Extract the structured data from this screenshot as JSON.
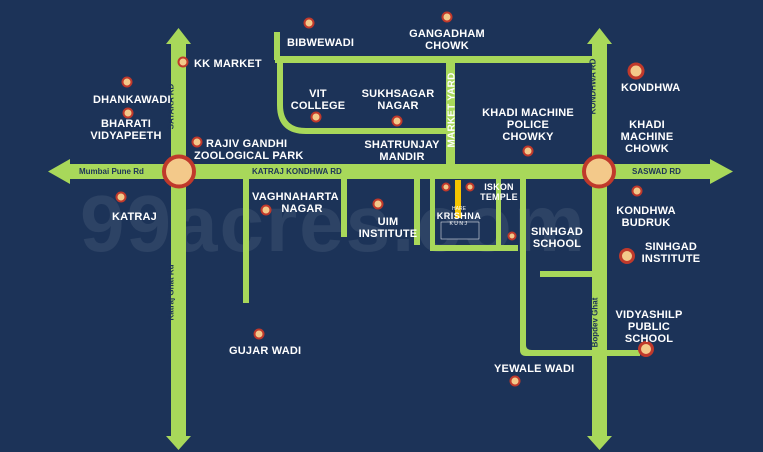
{
  "watermark": "99acres.com",
  "colors": {
    "background": "#1c3358",
    "road": "#a8d85a",
    "marker_ring": "#c0392b",
    "marker_fill": "#f3c98a"
  },
  "roads": {
    "mumbai_pune": "Mumbai Pune Rd",
    "katraj_kondhwa": "KATRAJ KONDHWA RD",
    "saswad": "SASWAD RD",
    "satara": "SATARA RD",
    "katraj_ghat": "Katraj Ghat Rd",
    "kondhwa": "KONDHWA RD",
    "bopdev_ghat": "Bopdev Ghat",
    "market_yard": "MARKET YARD"
  },
  "places": {
    "kk_market": "KK MARKET",
    "bibwewadi": "BIBWEWADI",
    "gangadham_1": "GANGADHAM",
    "gangadham_2": "CHOWK",
    "dhankawadi": "DHANKAWADI",
    "bharati_1": "BHARATI",
    "bharati_2": "VIDYAPEETH",
    "rajiv_1": "RAJIV GANDHI",
    "rajiv_2": "ZOOLOGICAL PARK",
    "vit_1": "VIT",
    "vit_2": "COLLEGE",
    "sukhsagar_1": "SUKHSAGAR",
    "sukhsagar_2": "NAGAR",
    "shatrunjay_1": "SHATRUNJAY",
    "shatrunjay_2": "MANDIR",
    "khadi_police_1": "KHADI MACHINE",
    "khadi_police_2": "POLICE",
    "khadi_police_3": "CHOWKY",
    "kondhwa": "KONDHWA",
    "khadi_chowk_1": "KHADI",
    "khadi_chowk_2": "MACHINE",
    "khadi_chowk_3": "CHOWK",
    "katraj": "KATRAJ",
    "vaghnaharta_1": "VAGHNAHARTA",
    "vaghnaharta_2": "NAGAR",
    "uim_1": "UIM",
    "uim_2": "INSTITUTE",
    "iskon_1": "ISKON",
    "iskon_2": "TEMPLE",
    "sinhgad_school_1": "SINHGAD",
    "sinhgad_school_2": "SCHOOL",
    "kondhwa_budruk_1": "KONDHWA",
    "kondhwa_budruk_2": "BUDRUK",
    "sinhgad_inst_1": "SINHGAD",
    "sinhgad_inst_2": "INSTITUTE",
    "vidyashilp_1": "VIDYASHILP",
    "vidyashilp_2": "PUBLIC",
    "vidyashilp_3": "SCHOOL",
    "gujar_wadi": "GUJAR WADI",
    "yewale_wadi": "YEWALE WADI"
  },
  "project": {
    "line1": "HARE",
    "line2": "KRISHNA",
    "line3": "KUNJ"
  }
}
